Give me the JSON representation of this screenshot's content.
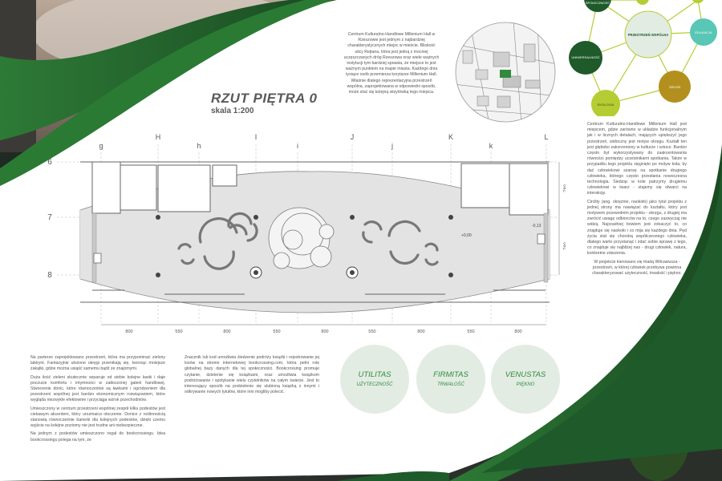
{
  "plan": {
    "title": "RZUT PIĘTRA 0",
    "scale": "skala 1:200",
    "columns": [
      "g",
      "H",
      "h",
      "I",
      "i",
      "J",
      "j",
      "K",
      "k",
      "L"
    ],
    "rows": [
      "6",
      "7",
      "8"
    ],
    "dims_bottom": [
      "800",
      "550",
      "800",
      "550",
      "800",
      "550",
      "800",
      "550",
      "800"
    ],
    "dims_side": [
      "780",
      "780"
    ],
    "level_labels": [
      "+0,00",
      "-0,13"
    ]
  },
  "texts": {
    "top_intro": "Centrum Kulturalno-Handlowe Millenium Hall w Rzeszowie jest jednym z najbardziej charakterystycznych miejsc w mieście. Bliskość ulicy Rejtana, która jest jedną z mocniej uczęszczanych dróg Rzeszowa oraz wiele ważnych instytucji tym bardziej sprawia, że miejsce to jest ważnym punktem na mapie miasta. Każdego dnia tysiące osób przemierza korytarze Millenium Hall. Właśnie dlatego reprezentacyjna przestrzeń wspólna, zaprojektowana w odpowiedni sposób, może stać się kolejną wizytówką tego miejsca.",
    "right_col": [
      "Centrum Kulturalno-Handlowe Millenium Hall jest miejscem, gdzie zarówno w układzie funkcjonalnym jak i w licznych detalach, mających upiększyć jego przestrzeń, widoczny jest motyw okręgu. Kształt ten jest głęboko zakorzeniony w kulturze i sztuce. Bardzo często był wykorzystywany do zaakcentowania równości pomiędzy uczestnikami spotkania. Także w przypadku tego projektu sięgnięto po motyw koła, by dać człowiekowi szansę na spotkanie drugiego człowieka, którego często przesłania nowoczesna technologia. Siedząc w kole patrzymy drugiemu człowiekowi w twarz - stajemy się otwarci na interakcję.",
      "Circlity (ang. okrężnie, naokoło) jako tytuł projektu z jednej strony ma nawiązać do kształtu, który jest motywem przewodnim projektu - okręgu, z drugiej ma zwrócić uwagę odbiorców na to, czego zazwyczaj nie widzą. Najrzadniej bowiem jest zobaczyć to, co znajduje się naokoło i co mija się każdego dnia. Pęd życia stał się chorobą współczesnego człowieka, dlatego warto przystanąć i zdać sobie sprawę z tego, co znajduje się najbliżej nas - drugi człowiek, natura, konkretne zdarzenia.",
      "W projekcie kierowano się triadą Witruwiusza - przestrzeń, w której człowiek przebywa powinna charakteryzować użyteczność, trwałość i piękno."
    ],
    "bottom_left": [
      "Na parterze zaprojektowano przestrzeń, która ma przypominać zielony labirynt. Fantazyjnie ułożone okręgi przenikają się, tworząc mniejsze zakątki, gdzie można usiąść samemu bądź ze znajomymi.",
      "Duża ilość zieleni skutecznie separuje od siebie kolejne ławki i daje poczucie komfortu i intymności w zatłoczonej galerii handlowej. Stworzenie donic, które równocześnie są ławkami i ogrodzeniem dla przestrzeni wspólnej jest bardzo ekonomicznym rozwiązaniem, które wygląda niezwykle efektownie i przyciąga wzrok przechodniów.",
      "Umieszczony w centrum przestrzeni wspólnej zespół kilku podestów jest ciekawym akcentem, który urozmaica otoczenie. Donice z roślinnością stanowią równocześnie barierki dla kolejnych podestów, dzięki czemu wyjście na kolejne poziomy nie jest trudne ani niebezpieczne.",
      "Na jednym z podestów umieszczono regał do bookcrossingu. Idea bookcrossingu polega na tym, że"
    ],
    "bottom_mid": "Znacznik lub kod umożliwia śledzenie podróży książki i rejestrowanie jej losów na stronie internetowej bookcrossing.com, która pełni rolę globalnej bazy danych dla tej społeczności. Bookcrossing promuje czytanie, dzielenie się książkami, oraz umożliwia książkom podróżowanie i spotykanie wielu czytelników na całym świecie. Jest to interesujący sposób na podzielenie się ulubioną książką z innymi i odkrywanie nowych tytułów, które inni mogliby polecić."
  },
  "triad": [
    {
      "label": "UTILITAS",
      "sub": "UŻYTECZNOŚĆ"
    },
    {
      "label": "FIRMITAS",
      "sub": "TRWAŁOŚĆ"
    },
    {
      "label": "VENUSTAS",
      "sub": "PIĘKNO"
    }
  ],
  "network": {
    "center": "PRZESTRZEŃ WSPÓLNA",
    "nodes": [
      "SPOŁECZNOŚĆ",
      "UNIWERSALNOŚĆ",
      "EDUKACJA",
      "ZIELEŃ",
      "EKOLOGIA"
    ]
  },
  "colors": {
    "dark_green": "#1f5a2a",
    "mid_green": "#2f8a3e",
    "light_green": "#e2ece2",
    "teal": "#58c7b5",
    "ochre": "#b3901e",
    "lime": "#b6cc33"
  }
}
